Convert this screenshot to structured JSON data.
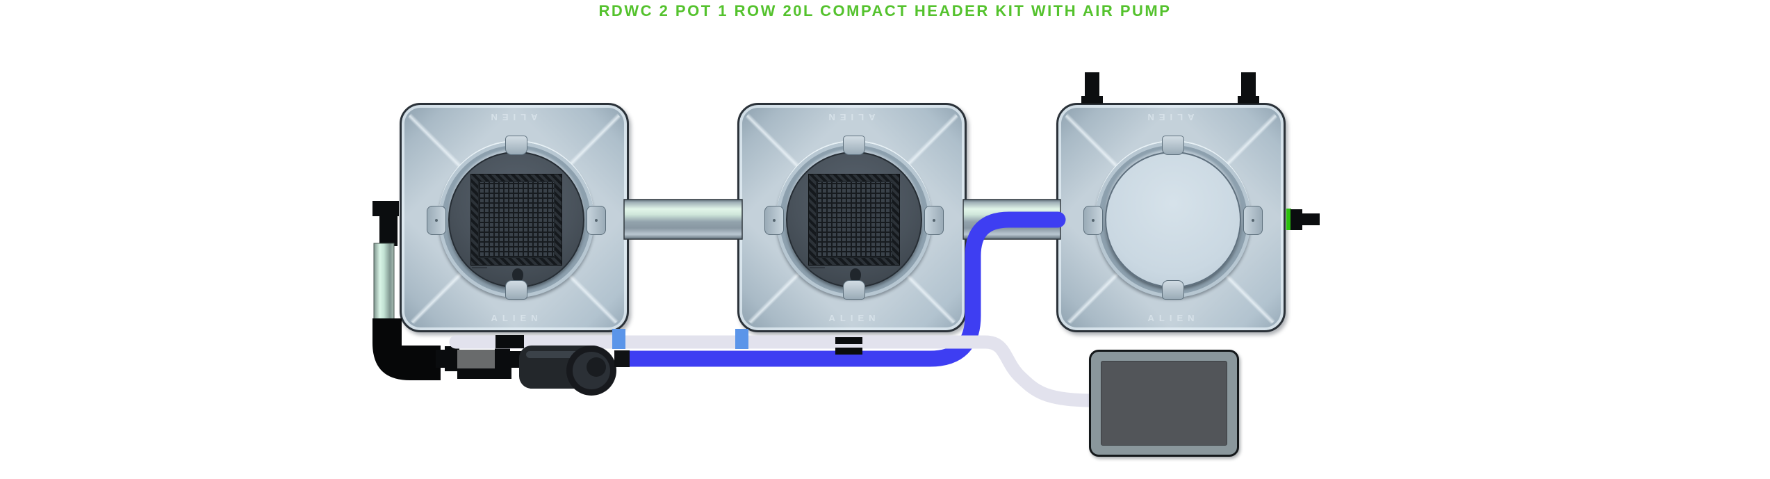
{
  "title": {
    "text": "RDWC 2 POT 1 ROW 20L COMPACT HEADER KIT WITH AIR PUMP"
  },
  "pots": [
    {
      "id": "grow-pot-1",
      "lid": "mesh-net-lid",
      "brand_top": "ALIEN",
      "brand_bottom": "ALIEN"
    },
    {
      "id": "grow-pot-2",
      "lid": "mesh-net-lid",
      "brand_top": "ALIEN",
      "brand_bottom": "ALIEN"
    },
    {
      "id": "header-tank",
      "lid": "plain-lid",
      "brand_top": "ALIEN",
      "brand_bottom": "ALIEN"
    }
  ],
  "components": {
    "air_pump": "air-pump",
    "water_pump": "water-pump",
    "inline_valve": "inline-valve",
    "drain_elbow": "drain-elbow-pipework",
    "header_inlet_valve": "header-tank-inlet-valve",
    "air_inlet_posts": "air-inlet-fittings",
    "recirculation_pipes": "silver-interlink-pipes",
    "return_tube": "blue-return-tube",
    "air_tube": "white-air-tube"
  },
  "colors": {
    "title_green": "#54c22d",
    "tube_blue": "#3e3ef2",
    "connector_blue": "#5b95e9",
    "tube_white": "#e2e2ed",
    "pipe_mint_highlight": "#e2f6ea",
    "valve_green": "#2bc20e",
    "pot_body": "#c4d1da",
    "lid_dark": "#49525b",
    "hardware_black": "#0a0c0e",
    "air_pump_gray": "#8a979c"
  }
}
